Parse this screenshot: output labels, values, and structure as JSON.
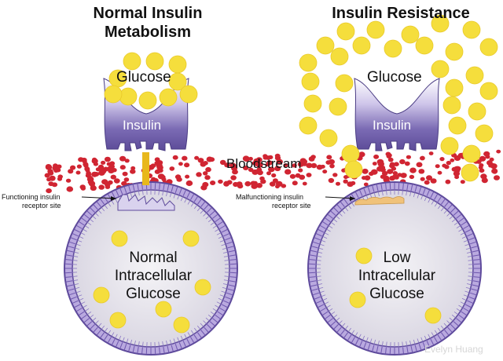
{
  "left_panel": {
    "title_line1": "Normal Insulin",
    "title_line2": "Metabolism",
    "glucose_label": "Glucose",
    "insulin_label": "Insulin",
    "receptor_label_line1": "Functioning insulin",
    "receptor_label_line2": "receptor site",
    "cell_label_line1": "Normal",
    "cell_label_line2": "Intracellular",
    "cell_label_line3": "Glucose"
  },
  "right_panel": {
    "title": "Insulin Resistance",
    "glucose_label": "Glucose",
    "insulin_label": "Insulin",
    "receptor_label_line1": "Malfunctioning insulin",
    "receptor_label_line2": "receptor site",
    "cell_label_line1": "Low",
    "cell_label_line2": "Intracellular",
    "cell_label_line3": "Glucose"
  },
  "bloodstream_label": "Bloodstream",
  "credit": "Evelyn Huang",
  "colors": {
    "glucose": "#f5de3c",
    "insulin": "#7b6bb4",
    "insulin_light": "#d9d2ee",
    "blood_cell": "#d02532",
    "cell_membrane": "#8a72bf",
    "cell_interior": "#ebe9ef",
    "sugar_flow": "#e8b81c",
    "broken_receptor": "#f0c27a"
  }
}
